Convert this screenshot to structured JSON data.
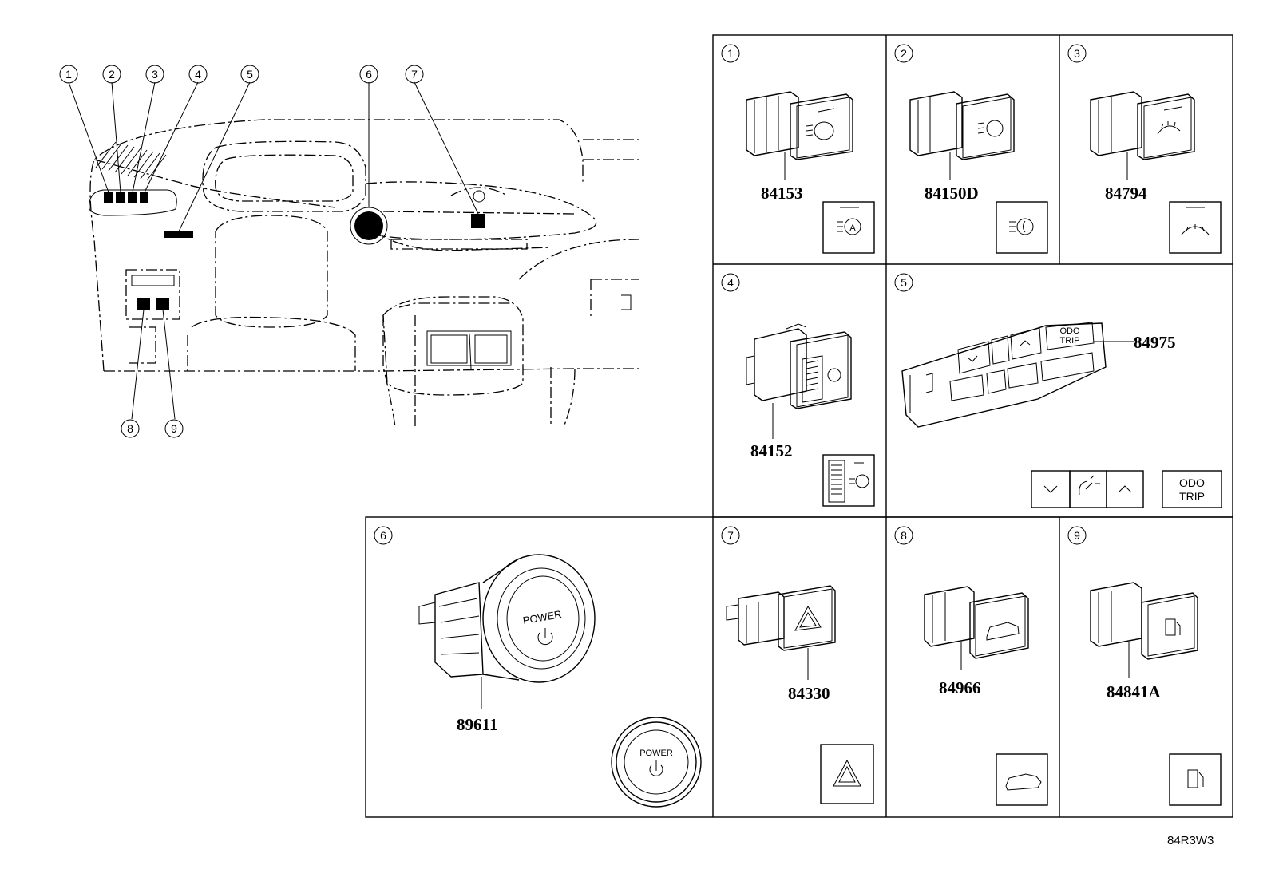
{
  "diagram_ref": "84R3W3",
  "overview": {
    "callouts": [
      "1",
      "2",
      "3",
      "4",
      "5",
      "6",
      "7",
      "8",
      "9"
    ]
  },
  "panels": [
    {
      "num": "1",
      "part": "84153",
      "icon": "auto-headlight-leveling-icon"
    },
    {
      "num": "2",
      "part": "84150D",
      "icon": "rear-fog-light-icon"
    },
    {
      "num": "3",
      "part": "84794",
      "icon": "rear-defogger-icon"
    },
    {
      "num": "4",
      "part": "84152",
      "icon": "headlight-leveling-dial-icon"
    },
    {
      "num": "5",
      "part": "84975",
      "icon": "odo-trip-switch-icon",
      "odo_label": "ODO",
      "trip_label": "TRIP"
    },
    {
      "num": "6",
      "part": "89611",
      "icon": "power-button-icon",
      "power_label": "POWER"
    },
    {
      "num": "7",
      "part": "84330",
      "icon": "hazard-warning-icon"
    },
    {
      "num": "8",
      "part": "84966",
      "icon": "power-back-door-icon"
    },
    {
      "num": "9",
      "part": "84841A",
      "icon": "fuel-lid-opener-icon"
    }
  ],
  "colors": {
    "line": "#000000",
    "background": "#ffffff"
  }
}
